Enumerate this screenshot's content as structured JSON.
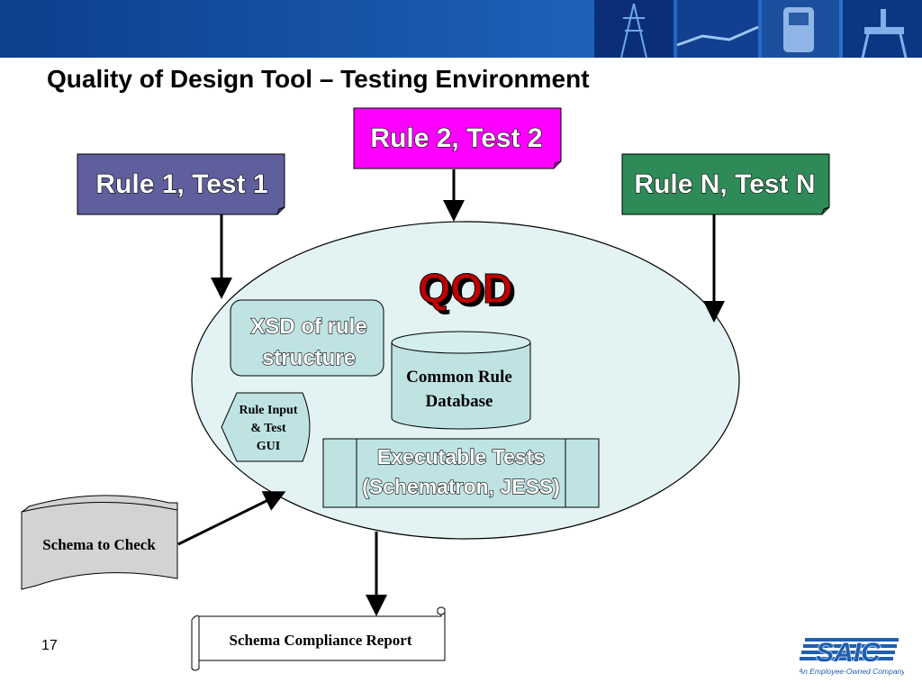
{
  "slide": {
    "title": "Quality of Design Tool – Testing Environment",
    "page_number": "17"
  },
  "diagram": {
    "rule1_label": "Rule 1, Test 1",
    "rule2_label": "Rule 2, Test 2",
    "ruleN_label": "Rule N, Test N",
    "qod_label": "QOD",
    "xsd_line1": "XSD of rule",
    "xsd_line2": "structure",
    "db_line1": "Common Rule",
    "db_line2": "Database",
    "gui_line1": "Rule Input",
    "gui_line2": "& Test",
    "gui_line3": "GUI",
    "exec_line1": "Executable Tests",
    "exec_line2": "(Schematron, JESS)",
    "schema_label": "Schema to Check",
    "report_label": "Schema Compliance Report"
  },
  "logo": {
    "name": "SAIC",
    "tagline": "An Employee-Owned Company"
  },
  "colors": {
    "banner": "#1a5cb3",
    "rule1_fill": "#5f5f9e",
    "rule2_fill": "#ff00ff",
    "ruleN_fill": "#2e8b57",
    "ellipse_fill": "#e3f2f2",
    "shape_fill": "#bfe3e3",
    "schema_fill": "#d3d3d3",
    "qod_text": "#c00000"
  }
}
